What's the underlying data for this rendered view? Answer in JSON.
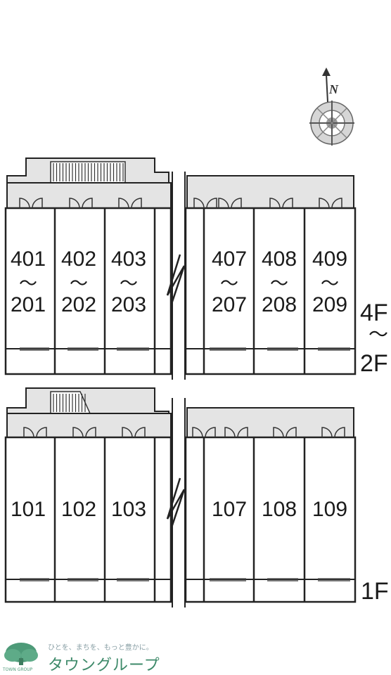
{
  "compass": {
    "label": "N"
  },
  "upper_block": {
    "floor_range": {
      "top": "4F",
      "separator": "〜",
      "bottom": "2F"
    },
    "units": [
      {
        "top": "401",
        "sep": "〜",
        "bottom": "201"
      },
      {
        "top": "402",
        "sep": "〜",
        "bottom": "202"
      },
      {
        "top": "403",
        "sep": "〜",
        "bottom": "203"
      },
      {
        "top": "407",
        "sep": "〜",
        "bottom": "207"
      },
      {
        "top": "408",
        "sep": "〜",
        "bottom": "208"
      },
      {
        "top": "409",
        "sep": "〜",
        "bottom": "209"
      }
    ]
  },
  "lower_block": {
    "floor": "1F",
    "units": [
      "101",
      "102",
      "103",
      "107",
      "108",
      "109"
    ]
  },
  "footer": {
    "tagline": "ひとを、まちを、もっと豊かに。",
    "brand": "タウングループ",
    "logo_caption": "TOWN GROUP"
  },
  "colors": {
    "line": "#222222",
    "corridor": "#e4e4e4",
    "brand_green": "#3e8a6a"
  }
}
